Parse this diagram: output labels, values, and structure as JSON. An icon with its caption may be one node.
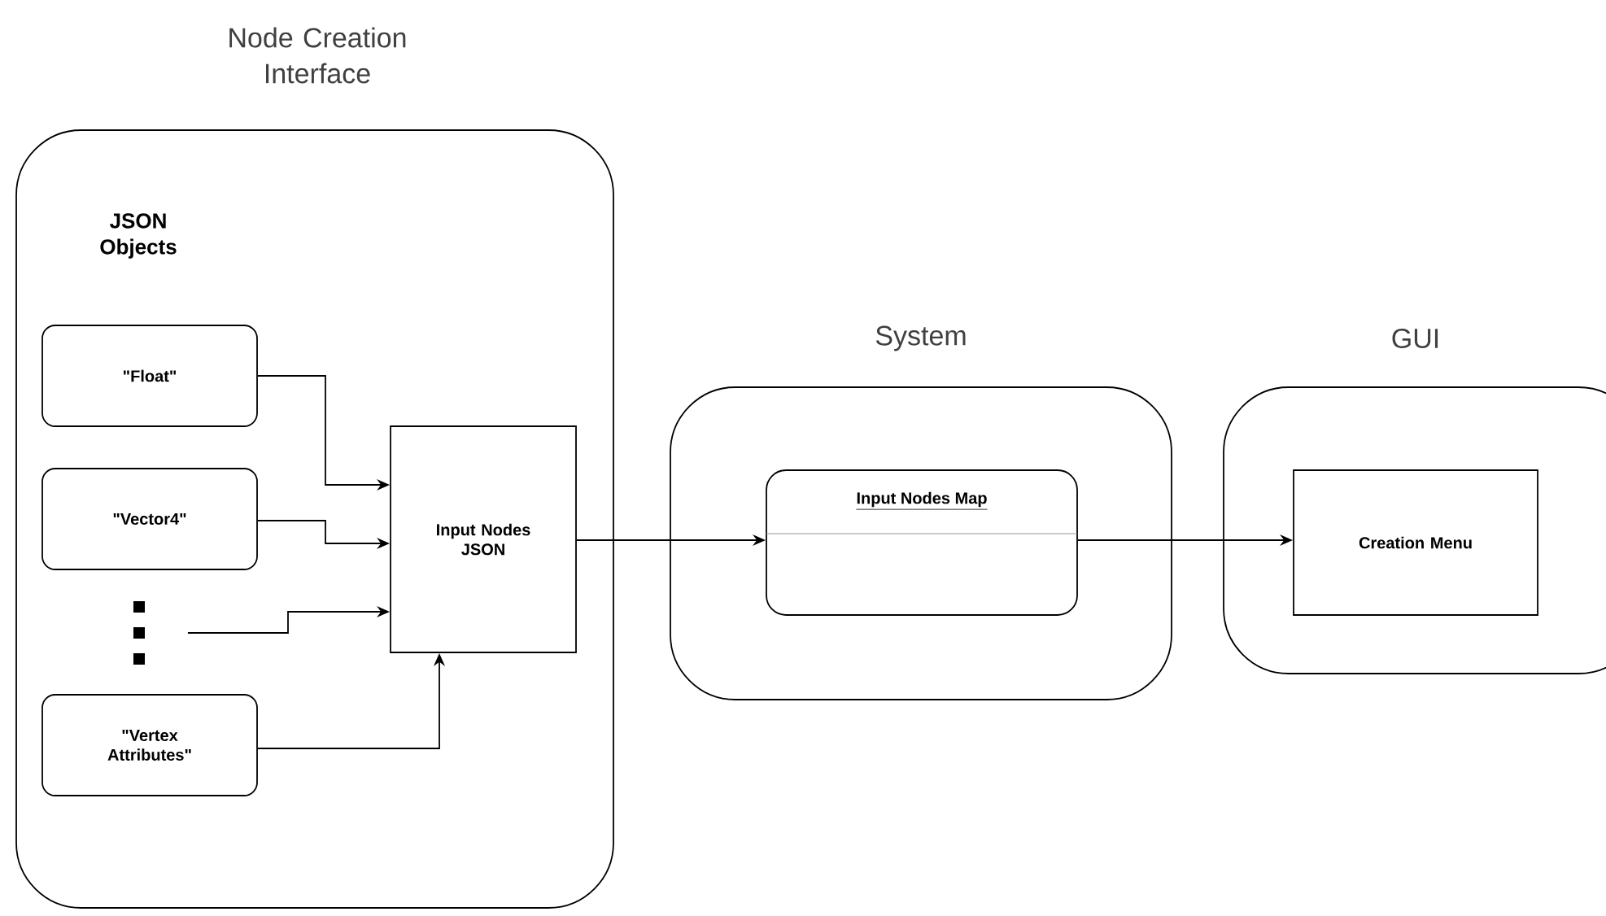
{
  "diagram": {
    "nodes": [
      {
        "text": [
          "Node Creation Interface",
          "JSON Objects"
        ]
      },
      {
        "text": [
          "\"Float\""
        ],
        "in": 0
      },
      {
        "text": [
          "\"Vector4\""
        ],
        "in": 0
      },
      {
        "text": [],
        "shape": "ellipsis",
        "in": 0
      },
      {
        "text": [
          "\"Vertex Attributes\""
        ],
        "in": 0
      },
      {
        "text": [
          "Input Nodes JSON"
        ],
        "in": 0
      },
      {
        "text": [
          "System"
        ]
      },
      {
        "text": [
          "Input Nodes Map"
        ],
        "in": 6
      },
      {
        "text": [
          "GUI"
        ]
      },
      {
        "text": [
          "Creation Menu"
        ],
        "in": 8
      }
    ],
    "edges": [
      {
        "from": 1,
        "to": 5,
        "arrow": "to"
      },
      {
        "from": 2,
        "to": 5,
        "arrow": "to"
      },
      {
        "from": 3,
        "to": 5,
        "arrow": "to"
      },
      {
        "from": 4,
        "to": 5,
        "arrow": "to"
      },
      {
        "from": 5,
        "to": 7,
        "arrow": "to"
      },
      {
        "from": 7,
        "to": 9,
        "arrow": "to"
      }
    ]
  }
}
